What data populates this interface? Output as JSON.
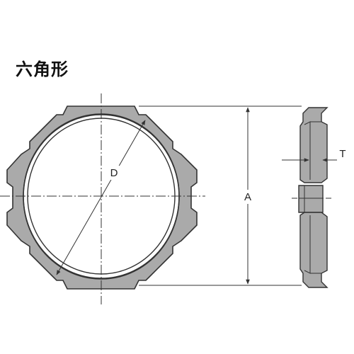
{
  "title": "六角形",
  "labels": {
    "diameter": "D",
    "height": "A",
    "thickness": "T"
  },
  "colors": {
    "part_fill": "#aaaaaa",
    "part_stroke": "#333333",
    "dim_line": "#333333"
  }
}
